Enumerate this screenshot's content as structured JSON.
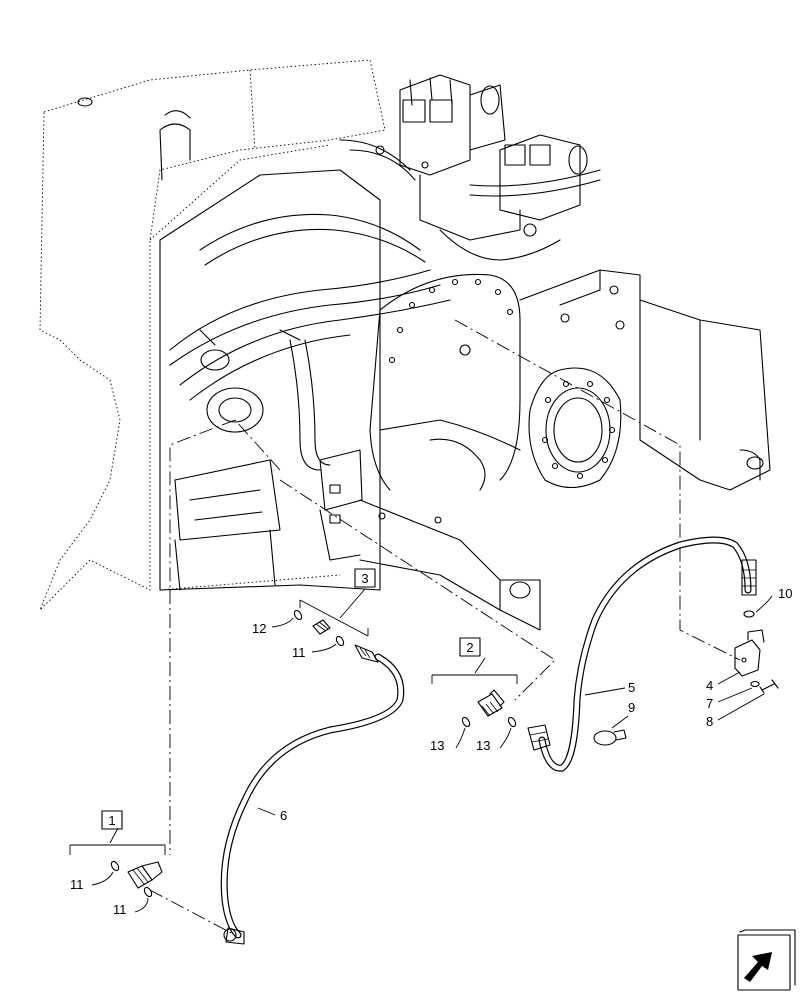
{
  "callouts": {
    "c1": "1",
    "c2": "2",
    "c3": "3",
    "c4": "4",
    "c5": "5",
    "c6": "6",
    "c7": "7",
    "c8": "8",
    "c9": "9",
    "c10": "10",
    "c11a": "11",
    "c11b": "11",
    "c11c": "11",
    "c12": "12",
    "c13a": "13",
    "c13b": "13"
  },
  "nav_icon": "next-page-arrow-icon"
}
